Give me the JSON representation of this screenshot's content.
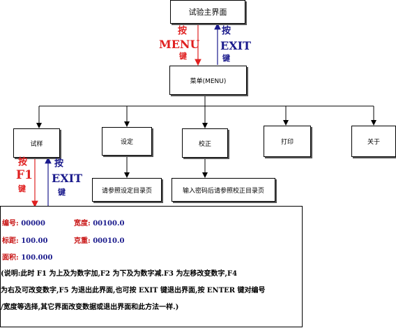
{
  "nodes": {
    "main": "试验主界面",
    "menu": "菜单(MENU)",
    "test": "试样",
    "settings": "设定",
    "calibrate": "校正",
    "print": "打印",
    "about": "关于",
    "settings_dir": "请参照设定目录页",
    "calibrate_dir": "输入密码后请参照校正目录页"
  },
  "edge_labels": {
    "menu_press": "按",
    "menu_key": "MENU",
    "menu_key_suffix": "键",
    "exit_press": "按",
    "exit_key": "EXIT",
    "exit_key_suffix": "键",
    "f1_press": "按",
    "f1_key": "F1",
    "f1_key_suffix": "键",
    "exit2_press": "按",
    "exit2_key": "EXIT",
    "exit2_key_suffix": "键"
  },
  "panel": {
    "id_label": "编号:",
    "id_value": "00000",
    "width_label": "宽度:",
    "width_value": "00100.0",
    "gauge_label": "标距:",
    "gauge_value": "100.00",
    "weight_label": "克重:",
    "weight_value": "00010.0",
    "area_label": "面积:",
    "area_value": "100.000",
    "note_line1": "(说明:此时 F1 为上及为数字加,F2 为下及为数字减.F3 为左移改变数字,F4",
    "note_line2": "为右及可改变数字,F5 为退出此界面,也可按 EXIT 键退出界面,按 ENTER 键对编号",
    "note_line3": "/宽度等选择,其它界面改变数据或退出界面和此方法一样.)"
  },
  "colors": {
    "red": "#e02020",
    "blue": "#1a1a8c"
  }
}
